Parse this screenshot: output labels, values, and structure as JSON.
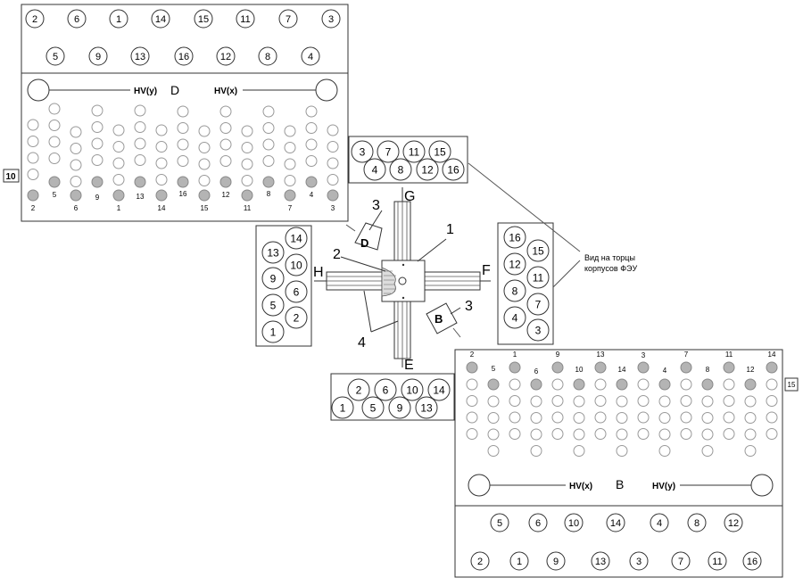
{
  "colors": {
    "ink": "#333333",
    "panel": "#ffffff",
    "pmt_dark": "#b4b4b4",
    "pmt_light": "#ffffff"
  },
  "top_board": {
    "row1": [
      "2",
      "6",
      "1",
      "14",
      "15",
      "11",
      "7",
      "3"
    ],
    "row2": [
      "5",
      "9",
      "13",
      "16",
      "12",
      "8",
      "4"
    ],
    "hv_left": "HV(y)",
    "letter": "D",
    "hv_right": "HV(x)",
    "bottom_labels": [
      "2",
      "5",
      "6",
      "9",
      "1",
      "13",
      "14",
      "16",
      "15",
      "12",
      "11",
      "8",
      "7",
      "4",
      "3"
    ],
    "side_tag": "10"
  },
  "bottom_board": {
    "top_labels": [
      "2",
      "5",
      "1",
      "6",
      "9",
      "10",
      "13",
      "14",
      "3",
      "4",
      "7",
      "8",
      "11",
      "12",
      "14"
    ],
    "hv_left": "HV(x)",
    "letter": "B",
    "hv_right": "HV(y)",
    "row1": [
      "5",
      "6",
      "10",
      "14",
      "4",
      "8",
      "12"
    ],
    "row2": [
      "2",
      "1",
      "9",
      "13",
      "3",
      "7",
      "11",
      "16"
    ],
    "side_tag": "15"
  },
  "left_panel": [
    [
      "13",
      "14"
    ],
    [
      "9",
      "10"
    ],
    [
      "5",
      "6"
    ],
    [
      "1",
      "2"
    ]
  ],
  "top_panel": {
    "row1": [
      "3",
      "7",
      "11",
      "15"
    ],
    "row2": [
      "4",
      "8",
      "12",
      "16"
    ]
  },
  "right_panel": [
    [
      "16",
      "15"
    ],
    [
      "12",
      "11"
    ],
    [
      "8",
      "7"
    ],
    [
      "4",
      "3"
    ]
  ],
  "bottom_panel": {
    "row1": [
      "2",
      "6",
      "10",
      "14"
    ],
    "row2": [
      "1",
      "5",
      "9",
      "13"
    ]
  },
  "cross": {
    "label_G": "G",
    "label_H": "H",
    "label_F": "F",
    "label_E": "E",
    "label_D": "D",
    "label_B": "B",
    "num_1": "1",
    "num_2": "2",
    "num_3_top": "3",
    "num_3_bottom": "3",
    "num_4": "4"
  },
  "note": {
    "line1": "Вид на торцы",
    "line2": "корпусов ФЭУ"
  }
}
